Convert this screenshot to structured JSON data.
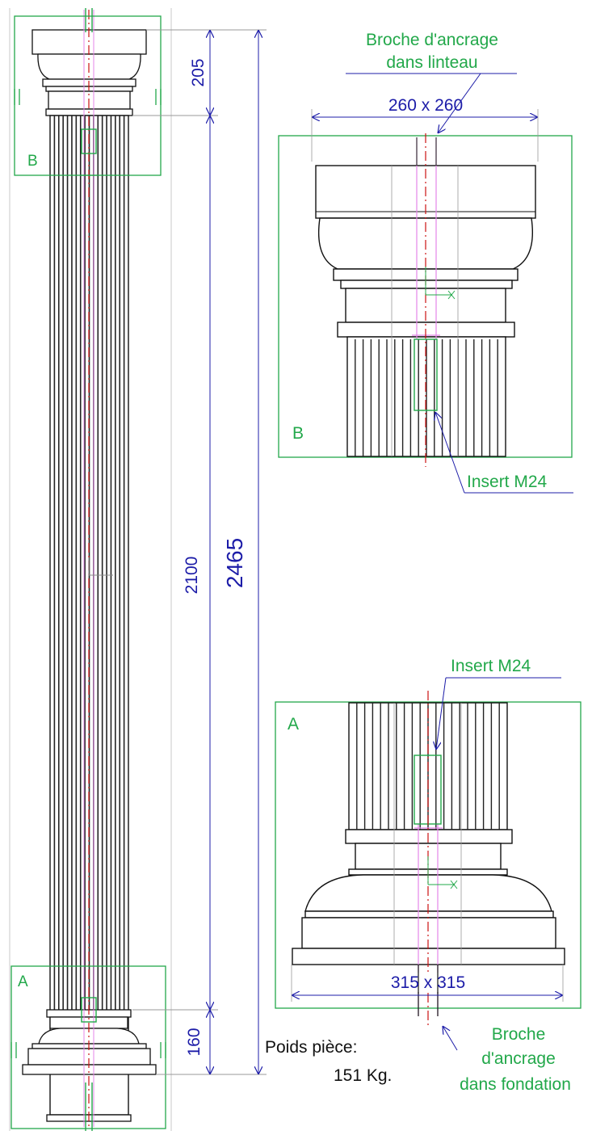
{
  "colors": {
    "blue": "#1c1ca8",
    "green": "#22a84a",
    "pink": "#e486e8",
    "red": "#cc1111",
    "ink": "#111111",
    "thin": "#9a9a9a"
  },
  "overall": {
    "dim_top": "205",
    "dim_shaft": "2100",
    "dim_total": "2465",
    "dim_bottom": "160",
    "zone_top": "B",
    "zone_bottom": "A"
  },
  "detail_b": {
    "callout_line1": "Broche d'ancrage",
    "callout_line2": "dans linteau",
    "dimension": "260 x 260",
    "zone_label": "B",
    "insert_label": "Insert M24"
  },
  "detail_a": {
    "insert_label": "Insert M24",
    "zone_label": "A",
    "dimension": "315 x 315",
    "callout_line1": "Broche",
    "callout_line2": "d'ancrage",
    "callout_line3": "dans fondation"
  },
  "weight": {
    "label": "Poids pièce:",
    "value": "151 Kg."
  }
}
